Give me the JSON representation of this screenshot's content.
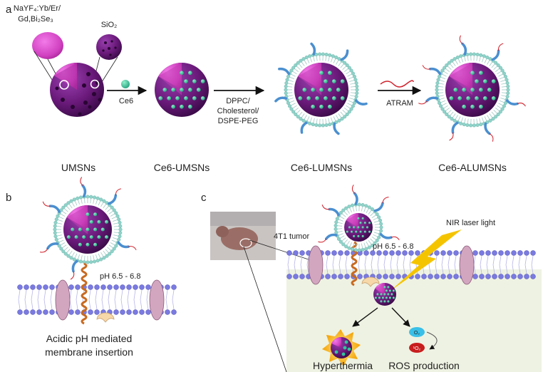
{
  "panel_a": {
    "label": "a",
    "core_material": "NaYF₄:Yb/Er/\nGd,Bi₂Se₃",
    "shell_material": "SiO₂",
    "step1_reagent": "Ce6",
    "step2_reagents": [
      "DPPC/",
      "Cholesterol/",
      "DSPE-PEG"
    ],
    "step3_reagent": "ATRAM",
    "stage_labels": [
      "UMSNs",
      "Ce6-UMSNs",
      "Ce6-LUMSNs",
      "Ce6-ALUMSNs"
    ]
  },
  "panel_b": {
    "label": "b",
    "ph_label": "pH 6.5 - 6.8",
    "caption_line1": "Acidic pH mediated",
    "caption_line2": "membrane insertion"
  },
  "panel_c": {
    "label": "c",
    "tumor_label": "4T1 tumor",
    "ph_label": "pH 6.5 - 6.8",
    "laser_label": "NIR laser light",
    "outcome_left": "Hyperthermia",
    "outcome_right": "ROS production",
    "o2_label": "O₂",
    "singlet_o2_label": "¹O₂"
  },
  "colors": {
    "core_purple": "#6a1a7a",
    "core_magenta": "#d040c0",
    "ce6_teal": "#2fc49a",
    "lipid_teal": "#8fd3c9",
    "peg_blue": "#4a8fd0",
    "atram_red": "#d0202a",
    "membrane_blue": "#7a7ae0",
    "peptide_orange": "#c86a20",
    "laser_yellow": "#f5c400",
    "cell_bg": "#eef2e2"
  }
}
